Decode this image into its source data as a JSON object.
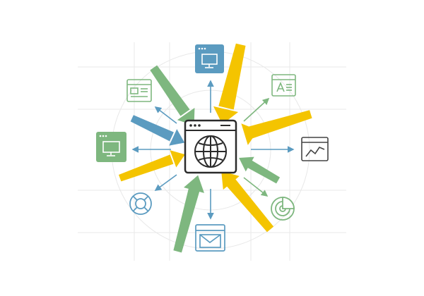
{
  "palette": {
    "yellow": "#f4c400",
    "green": "#7eb77f",
    "blue": "#5b9bc0",
    "dark": "#2b2b2b",
    "grid": "#e6e6e6",
    "outline_green": "#7eb77f",
    "outline_blue": "#5b9bc0",
    "outline_dark": "#444444"
  },
  "center": {
    "icon": "browser-globe-icon"
  },
  "satellites": [
    {
      "icon": "monitor-icon",
      "style": "filled-blue"
    },
    {
      "icon": "text-layout-icon",
      "style": "outline-green"
    },
    {
      "icon": "text-editor-icon",
      "style": "outline-green"
    },
    {
      "icon": "analytics-chart-icon",
      "style": "outline-dark"
    },
    {
      "icon": "target-chart-icon",
      "style": "outline-green"
    },
    {
      "icon": "mail-envelope-icon",
      "style": "outline-blue"
    },
    {
      "icon": "lifebuoy-icon",
      "style": "outline-blue"
    },
    {
      "icon": "monitor-icon",
      "style": "filled-green"
    }
  ],
  "inbound_arrows": [
    {
      "color": "yellow"
    },
    {
      "color": "green"
    },
    {
      "color": "blue"
    },
    {
      "color": "yellow"
    },
    {
      "color": "yellow"
    },
    {
      "color": "green"
    },
    {
      "color": "yellow"
    },
    {
      "color": "green"
    }
  ],
  "outbound_arrows": [
    {
      "color": "blue"
    },
    {
      "color": "green"
    },
    {
      "color": "blue"
    },
    {
      "color": "green"
    },
    {
      "color": "blue"
    },
    {
      "color": "blue"
    },
    {
      "color": "blue"
    },
    {
      "color": "green"
    }
  ]
}
